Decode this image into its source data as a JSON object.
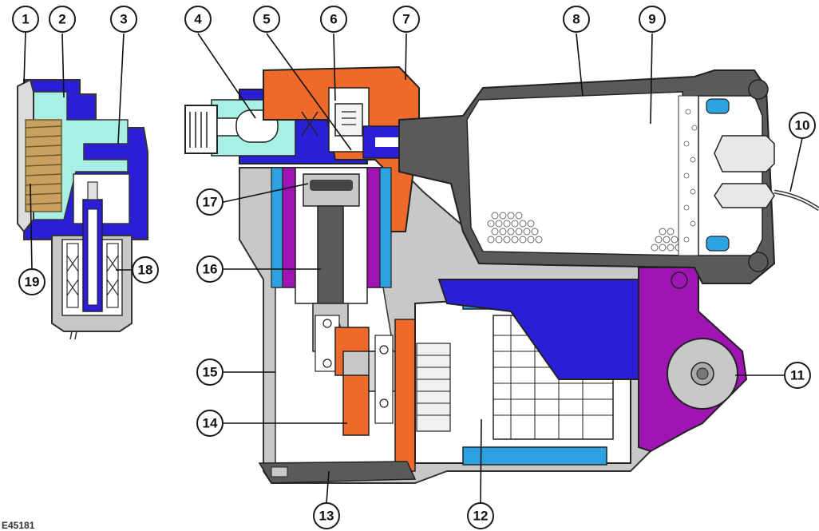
{
  "figure_code": "E45181",
  "callouts": [
    "1",
    "2",
    "3",
    "4",
    "5",
    "6",
    "7",
    "8",
    "9",
    "10",
    "11",
    "12",
    "13",
    "14",
    "15",
    "16",
    "17",
    "18",
    "19"
  ],
  "colors": {
    "outline": "#444444",
    "housing_grey": "#c8c8c8",
    "dark_grey": "#5a5a5a",
    "blue": "#2a1fd6",
    "cyan": "#a8efe6",
    "orange": "#ef6a2a",
    "magenta": "#a014b4",
    "light_blue": "#2ca3e0",
    "coil_tan": "#c8a060",
    "white": "#ffffff"
  }
}
